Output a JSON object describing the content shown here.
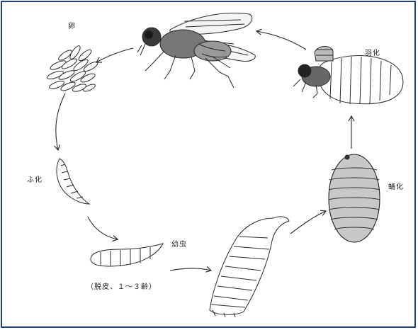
{
  "frame_color": "#1f3f7a",
  "line_color": "#2a2a2a",
  "labels": {
    "egg": "卵",
    "hatching": "ふ化",
    "larva": "幼虫",
    "molting": "（脱皮、１～３齢）",
    "pupation": "蛹化",
    "emergence": "羽化"
  },
  "stages": [
    "adult-fly",
    "eggs",
    "hatchling",
    "young-larva",
    "mature-larva",
    "pupa",
    "emerging-adult"
  ]
}
